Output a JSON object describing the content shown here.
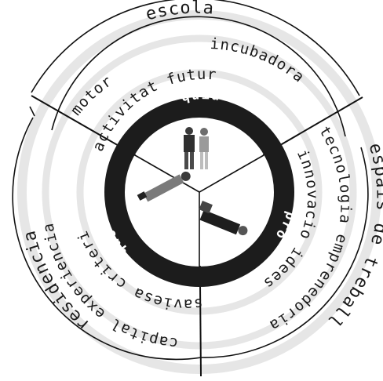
{
  "outer": {
    "top": "escola",
    "right": "espais de treball",
    "left": "residencia"
  },
  "middle": {
    "top_left": "motor",
    "top_right": "incubadora",
    "right": "tecnologia emprenedoria",
    "left": "capital experiencia"
  },
  "inner": {
    "top": "activitat futur",
    "right": "innovacio idees",
    "left": "saviesa criteri"
  },
  "ring": {
    "top": "quid",
    "right": "pro",
    "left": "quo"
  },
  "colors": {
    "ring": "#1c1c1c",
    "faint_bands": "#e6e6e6",
    "lines": "#111111"
  },
  "icons": [
    "children-icon",
    "lying-man-icon",
    "lying-worker-icon"
  ]
}
